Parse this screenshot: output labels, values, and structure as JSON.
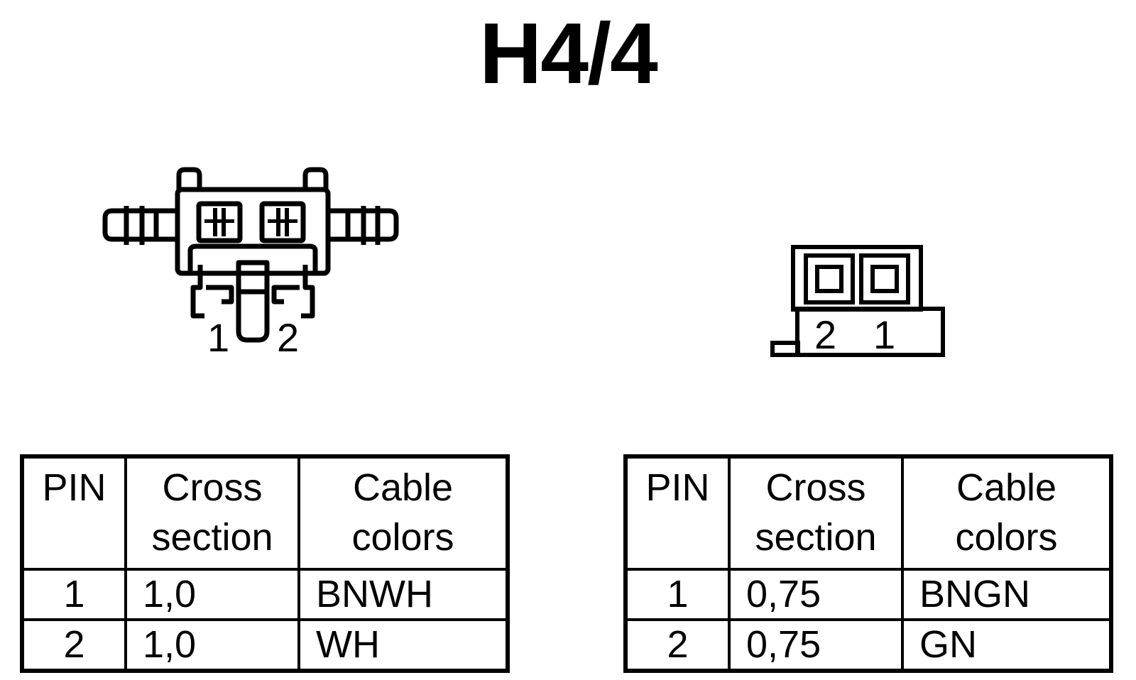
{
  "title": "H4/4",
  "left_connector": {
    "pin_labels": [
      "1",
      "2"
    ]
  },
  "right_connector": {
    "pin_labels": [
      "2",
      "1"
    ]
  },
  "tables": [
    {
      "headers": {
        "pin": "PIN",
        "cross_1": "Cross",
        "cross_2": "section",
        "cable_1": "Cable",
        "cable_2": "colors"
      },
      "rows": [
        {
          "pin": "1",
          "cross_section": "1,0",
          "color": "BNWH"
        },
        {
          "pin": "2",
          "cross_section": "1,0",
          "color": "WH"
        }
      ]
    },
    {
      "headers": {
        "pin": "PIN",
        "cross_1": "Cross",
        "cross_2": "section",
        "cable_1": "Cable",
        "cable_2": "colors"
      },
      "rows": [
        {
          "pin": "1",
          "cross_section": "0,75",
          "color": "BNGN"
        },
        {
          "pin": "2",
          "cross_section": "0,75",
          "color": "GN"
        }
      ]
    }
  ]
}
